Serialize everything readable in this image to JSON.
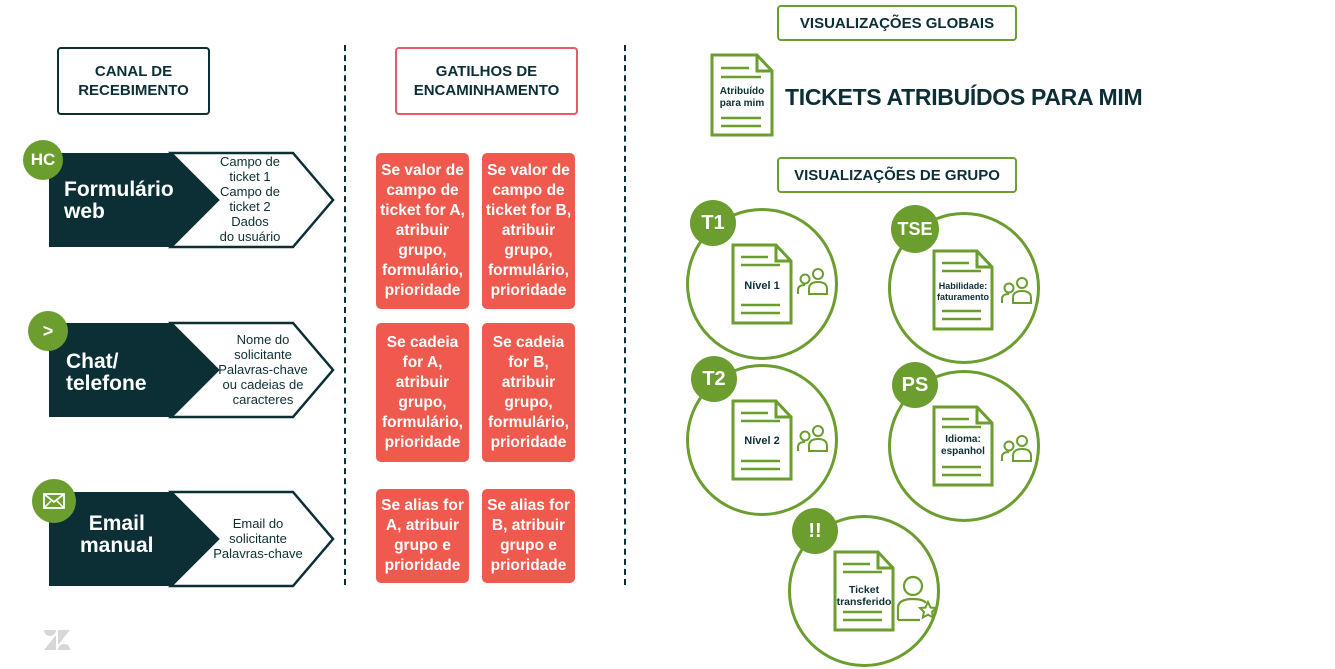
{
  "headers": {
    "channel": "CANAL DE\nRECEBIMENTO",
    "triggers": "GATILHOS DE\nENCAMINHAMENTO",
    "global_views": "VISUALIZAÇÕES GLOBAIS",
    "group_views": "VISUALIZAÇÕES DE GRUPO"
  },
  "channels": [
    {
      "badge": "HC",
      "title": "Formulário\nweb",
      "detail": "Campo de\nticket 1\nCampo de\nticket 2\nDados\ndo usuário"
    },
    {
      "badge": ">",
      "title": "Chat/\ntelefone",
      "detail": "Nome do\nsolicitante\nPalavras-chave\nou cadeias de\ncaracteres"
    },
    {
      "badge": "envelope-icon",
      "title": "Email\nmanual",
      "detail": "Email do\nsolicitante\nPalavras-chave"
    }
  ],
  "triggers": [
    [
      "Se valor de campo de ticket for A, atribuir grupo, formulário, prioridade",
      "Se valor de campo de ticket for B, atribuir grupo, formulário, prioridade"
    ],
    [
      "Se cadeia for A, atribuir grupo, formulário, prioridade",
      "Se cadeia for B, atribuir grupo, formulário, prioridade"
    ],
    [
      "Se alias for A, atribuir grupo e prioridade",
      "Se alias for B, atribuir grupo e prioridade"
    ]
  ],
  "global_view": {
    "doc_label": "Atribuído\npara mim",
    "title": "TICKETS ATRIBUÍDOS PARA MIM"
  },
  "group_views": [
    {
      "badge": "T1",
      "label": "Nível 1"
    },
    {
      "badge": "TSE",
      "label": "Habilidade:\nfaturamento"
    },
    {
      "badge": "T2",
      "label": "Nível 2"
    },
    {
      "badge": "PS",
      "label": "Idioma:\nespanhol"
    },
    {
      "badge": "!!",
      "label": "Ticket\ntransferido"
    }
  ],
  "colors": {
    "dark": "#0b2f35",
    "red": "#f05a4e",
    "header_red": "#e85a66",
    "green": "#6b9e2f"
  },
  "logo": "zendesk-logo"
}
